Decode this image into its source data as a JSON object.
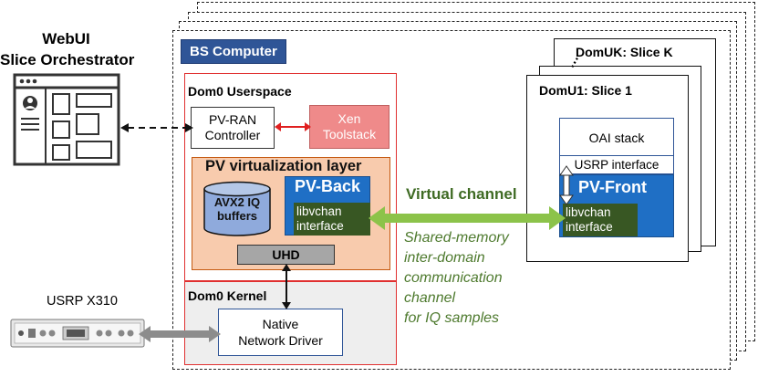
{
  "orchestrator": {
    "title_line1": "WebUI",
    "title_line2": "Slice Orchestrator"
  },
  "bs_computer": {
    "title": "BS Computer"
  },
  "dom0_userspace": {
    "title": "Dom0 Userspace",
    "pvran_line1": "PV-RAN",
    "pvran_line2": "Controller",
    "xen_line1": "Xen",
    "xen_line2": "Toolstack"
  },
  "pv_layer": {
    "title": "PV virtualization layer",
    "buffers_line1": "AVX2 IQ",
    "buffers_line2": "buffers",
    "pv_back": "PV-Back",
    "libvchan_line1": "libvchan",
    "libvchan_line2": "interface",
    "uhd": "UHD"
  },
  "dom0_kernel": {
    "title": "Dom0 Kernel",
    "driver_line1": "Native",
    "driver_line2": "Network Driver"
  },
  "usrp": {
    "label": "USRP X310"
  },
  "slices": {
    "domuk_title": "DomUK: Slice K",
    "domu1_title": "DomU1: Slice 1",
    "oai_stack": "OAI stack",
    "usrp_interface": "USRP interface",
    "pv_front": "PV-Front",
    "libvchan_line1": "libvchan",
    "libvchan_line2": "interface"
  },
  "channel": {
    "label": "Virtual channel",
    "desc_line1": "Shared-memory",
    "desc_line2": "inter-domain",
    "desc_line3": "communication",
    "desc_line4": "channel",
    "desc_line5": "for IQ samples"
  },
  "colors": {
    "bs_title_bg": "#2f5597",
    "dom0_border": "#e03030",
    "xen_bg": "#ef8a8a",
    "pv_layer_bg": "#f8cbad",
    "pv_back_bg": "#1f6fc5",
    "libvchan_bg": "#385723",
    "uhd_bg": "#a6a6a6",
    "kernel_bg": "#eeeeee",
    "channel_arrow": "#8cc34a"
  }
}
